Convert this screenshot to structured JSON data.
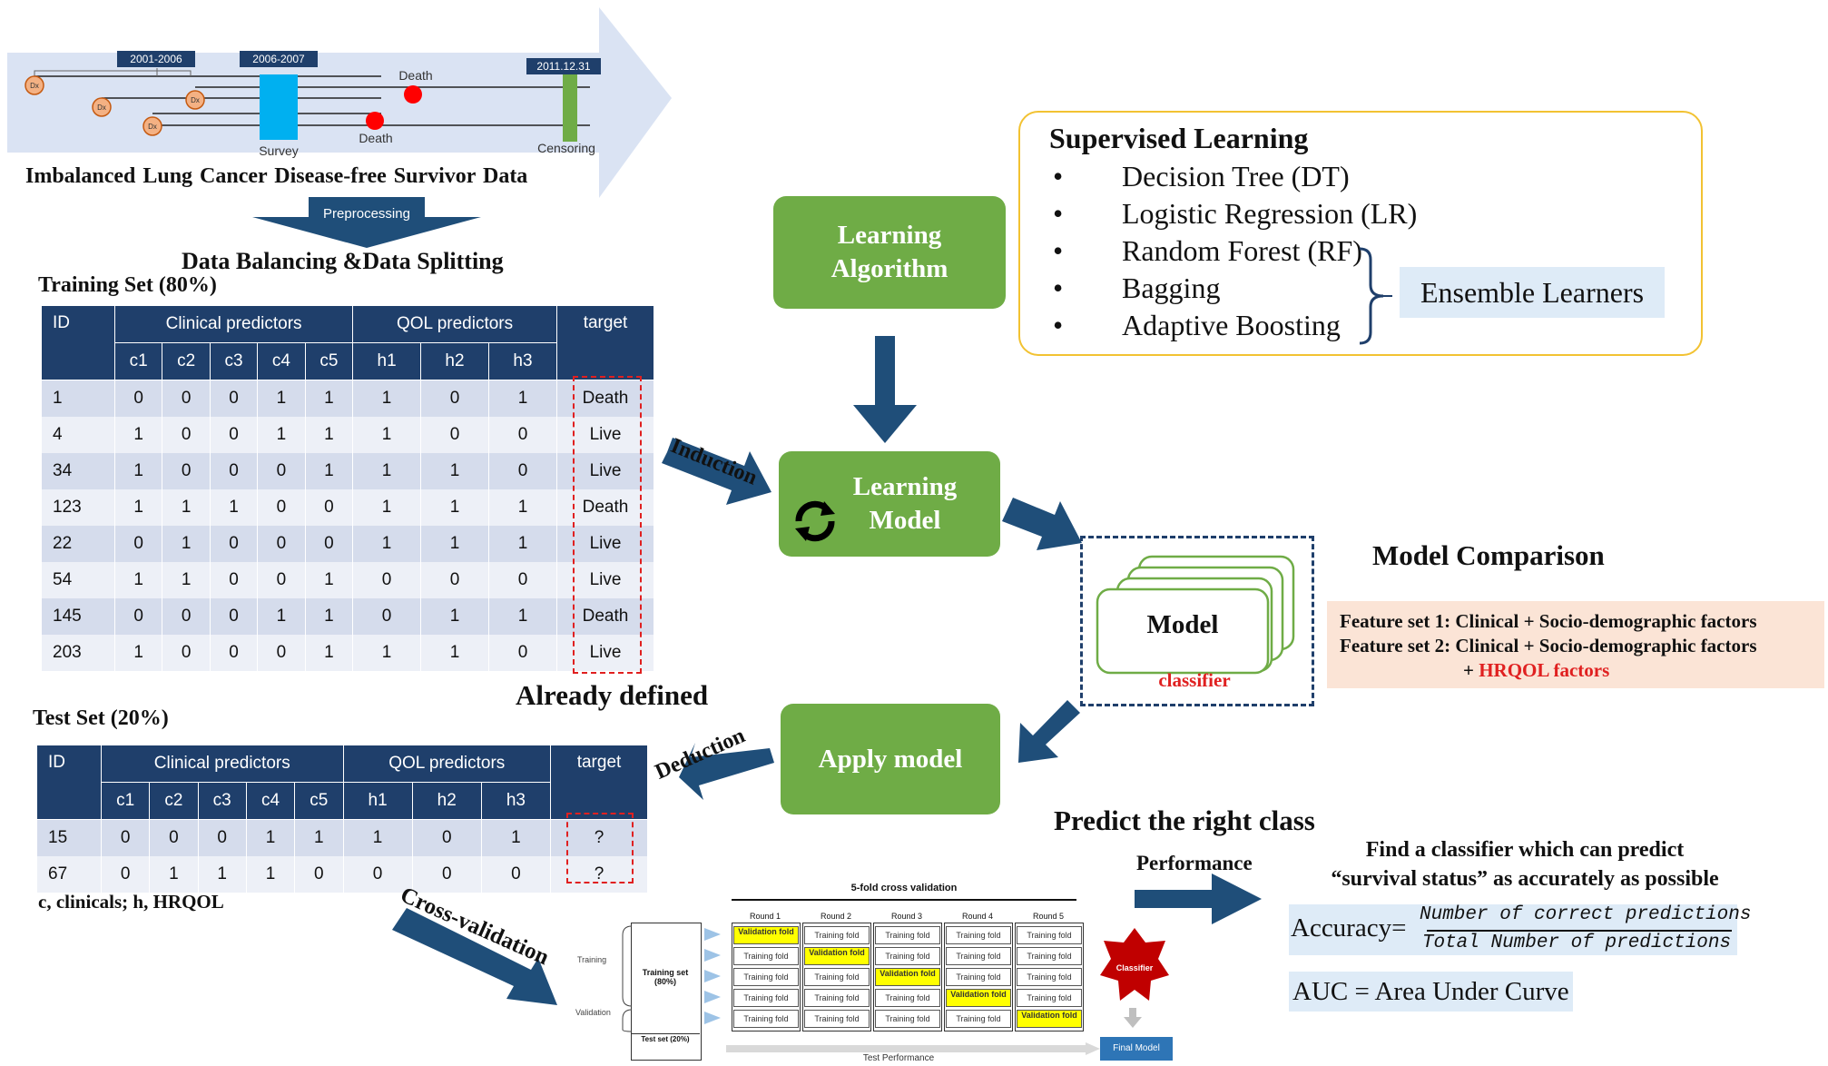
{
  "timeline": {
    "periods": [
      "2001-2006",
      "2006-2007",
      "2011.12.31"
    ],
    "dx_label": "Dx",
    "survey_label": "Survey",
    "death_label": "Death",
    "censoring_label": "Censoring",
    "title": "Imbalanced  Lung Cancer Disease-free  Survivor  Data"
  },
  "preprocessing_label": "Preprocessing",
  "balancing_label": "Data Balancing &Data Splitting",
  "training_set": {
    "title": "Training Set (80%)",
    "headers": {
      "id": "ID",
      "clinical": "Clinical predictors",
      "qol": "QOL predictors",
      "target": "target"
    },
    "subheaders": [
      "c1",
      "c2",
      "c3",
      "c4",
      "c5",
      "h1",
      "h2",
      "h3"
    ],
    "rows": [
      [
        "1",
        "0",
        "0",
        "0",
        "1",
        "1",
        "1",
        "0",
        "1",
        "Death"
      ],
      [
        "4",
        "1",
        "0",
        "0",
        "1",
        "1",
        "1",
        "0",
        "0",
        "Live"
      ],
      [
        "34",
        "1",
        "0",
        "0",
        "0",
        "1",
        "1",
        "1",
        "0",
        "Live"
      ],
      [
        "123",
        "1",
        "1",
        "1",
        "0",
        "0",
        "1",
        "1",
        "1",
        "Death"
      ],
      [
        "22",
        "0",
        "1",
        "0",
        "0",
        "0",
        "1",
        "1",
        "1",
        "Live"
      ],
      [
        "54",
        "1",
        "1",
        "0",
        "0",
        "1",
        "0",
        "0",
        "0",
        "Live"
      ],
      [
        "145",
        "0",
        "0",
        "0",
        "1",
        "1",
        "0",
        "1",
        "1",
        "Death"
      ],
      [
        "203",
        "1",
        "0",
        "0",
        "0",
        "1",
        "1",
        "1",
        "0",
        "Live"
      ]
    ]
  },
  "test_set": {
    "title": "Test Set (20%)",
    "headers": {
      "id": "ID",
      "clinical": "Clinical predictors",
      "qol": "QOL predictors",
      "target": "target"
    },
    "subheaders": [
      "c1",
      "c2",
      "c3",
      "c4",
      "c5",
      "h1",
      "h2",
      "h3"
    ],
    "rows": [
      [
        "15",
        "0",
        "0",
        "0",
        "1",
        "1",
        "1",
        "0",
        "1",
        "?"
      ],
      [
        "67",
        "0",
        "1",
        "1",
        "1",
        "0",
        "0",
        "0",
        "0",
        "?"
      ]
    ]
  },
  "abbrev_note": "c, clinicals; h, HRQOL",
  "already_defined": "Already defined",
  "induction": "Induction",
  "deduction": "Deduction",
  "cross_validation": "Cross-validation",
  "learning_algorithm": [
    "Learning",
    "Algorithm"
  ],
  "learning_model": [
    "Learning",
    "Model"
  ],
  "apply_model": "Apply model",
  "model_label": "Model",
  "classifier_label": "classifier",
  "supervised": {
    "title": "Supervised Learning",
    "items": [
      "Decision Tree (DT)",
      "Logistic Regression (LR)",
      "Random Forest (RF)",
      "Bagging",
      "Adaptive Boosting"
    ],
    "ensemble": "Ensemble Learners"
  },
  "model_comparison": {
    "title": "Model Comparison",
    "fs1": "Feature set 1: Clinical  + Socio-demographic factors",
    "fs2": "Feature set 2: Clinical  + Socio-demographic factors",
    "fs2_extra_plus": "+ ",
    "fs2_extra": "HRQOL factors"
  },
  "predict_title": "Predict the right class",
  "performance": "Performance",
  "find_text": [
    "Find a classifier which can predict",
    "“survival status” as accurately as possible"
  ],
  "accuracy": {
    "label": "Accuracy=",
    "numerator": "Number of correct predictions",
    "denominator": "Total Number of predictions"
  },
  "auc": "AUC = Area Under Curve",
  "cv": {
    "title": "5-fold cross validation",
    "rounds": [
      "Round 1",
      "Round 2",
      "Round 3",
      "Round 4",
      "Round 5"
    ],
    "training_fold": "Training fold",
    "validation_fold": "Validation fold",
    "training_label": "Training",
    "validation_label": "Validation",
    "training_set": "Training set (80%)",
    "test_set": "Test set (20%)",
    "classifier": "Classifier",
    "final_model": "Final Model",
    "test_performance": "Test Performance"
  },
  "colors": {
    "green": "#6fac46",
    "navy": "#1f3f6b",
    "arrow": "#1f4e79",
    "red": "#e02020",
    "yellow": "#ffff00"
  }
}
